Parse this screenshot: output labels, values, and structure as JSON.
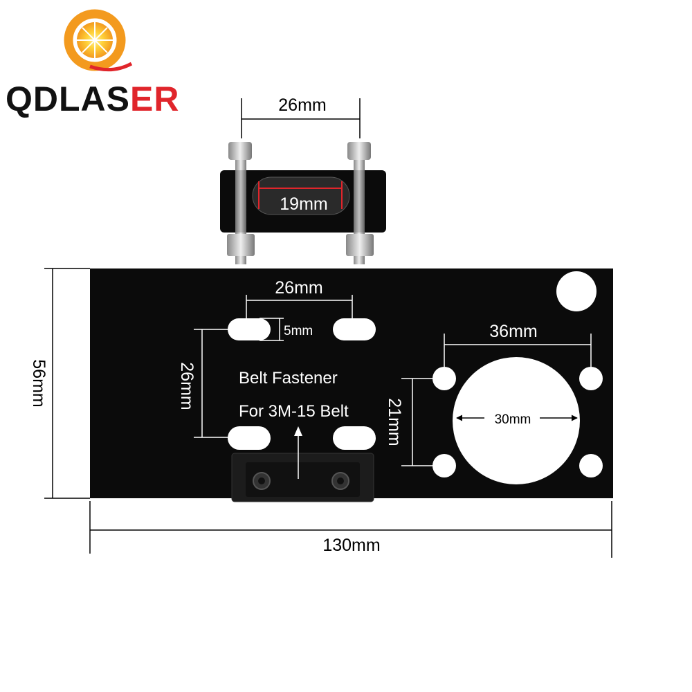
{
  "brand": {
    "name_prefix": "QDLAS",
    "name_accent": "ER"
  },
  "labels": {
    "top_screw_spacing": "26mm",
    "slot_width": "19mm",
    "slot_spacing_horizontal": "26mm",
    "slot_height": "5mm",
    "slot_spacing_vertical": "26mm",
    "plate_height": "56mm",
    "plate_width": "130mm",
    "motor_hole_spacing_horizontal": "36mm",
    "motor_hole_spacing_vertical": "21mm",
    "center_bore": "30mm",
    "caption_line1": "Belt Fastener",
    "caption_line2": "For 3M-15 Belt"
  },
  "colors": {
    "plate": "#0b0b0b",
    "logo_orange": "#f39a1e",
    "logo_red": "#e0252b",
    "dimension": "#ffffff"
  }
}
